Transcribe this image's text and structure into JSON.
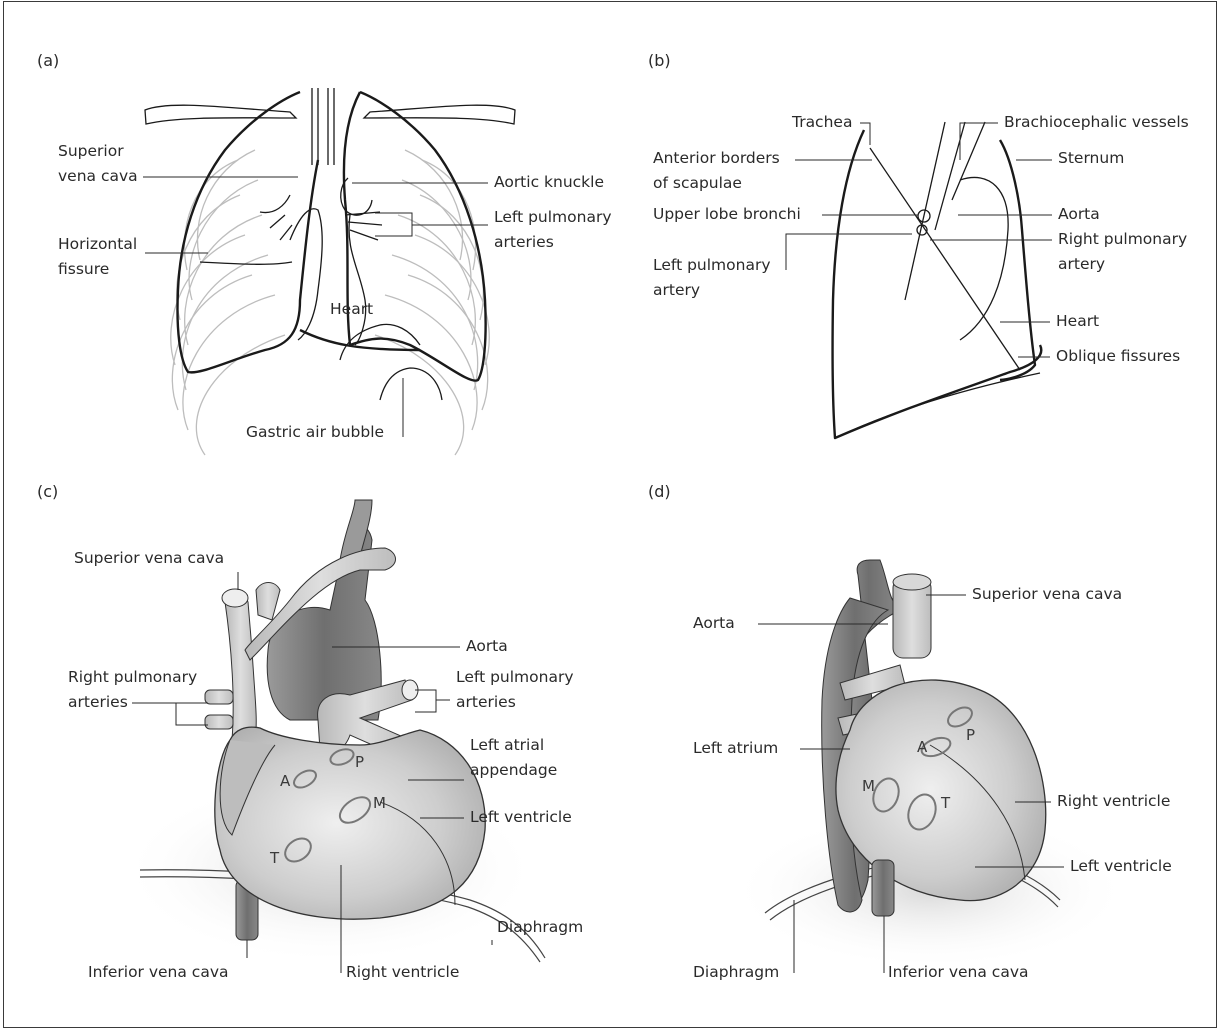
{
  "panels": {
    "a": {
      "label": "(a)",
      "superior_vena_cava_1": "Superior",
      "superior_vena_cava_2": "vena cava",
      "horizontal_fissure_1": "Horizontal",
      "horizontal_fissure_2": "fissure",
      "heart": "Heart",
      "aortic_knuckle": "Aortic knuckle",
      "left_pulmonary_arteries_1": "Left pulmonary",
      "left_pulmonary_arteries_2": "arteries",
      "gastric_air_bubble": "Gastric air bubble"
    },
    "b": {
      "label": "(b)",
      "trachea": "Trachea",
      "brachiocephalic_vessels": "Brachiocephalic vessels",
      "anterior_borders_1": "Anterior borders",
      "anterior_borders_2": "of scapulae",
      "sternum": "Sternum",
      "upper_lobe_bronchi": "Upper lobe bronchi",
      "aorta": "Aorta",
      "right_pulmonary_artery_1": "Right pulmonary",
      "right_pulmonary_artery_2": "artery",
      "left_pulmonary_artery_1": "Left pulmonary",
      "left_pulmonary_artery_2": "artery",
      "heart": "Heart",
      "oblique_fissures": "Oblique fissures"
    },
    "c": {
      "label": "(c)",
      "superior_vena_cava": "Superior vena cava",
      "aorta": "Aorta",
      "right_pulmonary_arteries_1": "Right pulmonary",
      "right_pulmonary_arteries_2": "arteries",
      "left_pulmonary_arteries_1": "Left pulmonary",
      "left_pulmonary_arteries_2": "arteries",
      "left_atrial_appendage_1": "Left atrial",
      "left_atrial_appendage_2": "appendage",
      "left_ventricle": "Left ventricle",
      "valve_a": "A",
      "valve_p": "P",
      "valve_m": "M",
      "valve_t": "T",
      "diaphragm": "Diaphragm",
      "inferior_vena_cava": "Inferior vena cava",
      "right_ventricle": "Right ventricle"
    },
    "d": {
      "label": "(d)",
      "superior_vena_cava": "Superior vena cava",
      "aorta": "Aorta",
      "left_atrium": "Left atrium",
      "right_ventricle": "Right ventricle",
      "left_ventricle": "Left ventricle",
      "valve_a": "A",
      "valve_p": "P",
      "valve_m": "M",
      "valve_t": "T",
      "diaphragm": "Diaphragm",
      "inferior_vena_cava": "Inferior vena cava"
    }
  },
  "colors": {
    "outline": "#1a1a1a",
    "rib": "#bdbdbd",
    "heart_fill": "#cfcfcf",
    "vessel_light": "#c9c9c9",
    "vessel_dark": "#7d7d7d",
    "shadow": "#e4e4e4"
  }
}
